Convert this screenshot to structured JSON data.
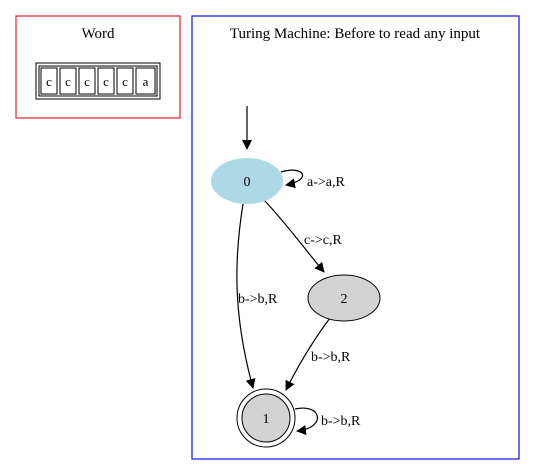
{
  "word_panel": {
    "title": "Word",
    "border_color": "#e8323c",
    "tape": [
      "c",
      "c",
      "c",
      "c",
      "c",
      "a"
    ]
  },
  "machine_panel": {
    "title": "Turing Machine: Before to read any input",
    "border_color": "#2222dd",
    "states": [
      {
        "id": "0",
        "fill": "#add8e6",
        "accepting": false,
        "current": true
      },
      {
        "id": "2",
        "fill": "#d3d3d3",
        "accepting": false,
        "current": false
      },
      {
        "id": "1",
        "fill": "#d3d3d3",
        "accepting": true,
        "current": false
      }
    ],
    "transitions": [
      {
        "from": "0",
        "to": "0",
        "label": "a->a,R"
      },
      {
        "from": "0",
        "to": "2",
        "label": "c->c,R"
      },
      {
        "from": "0",
        "to": "1",
        "label": "b->b,R"
      },
      {
        "from": "2",
        "to": "1",
        "label": "b->b,R"
      },
      {
        "from": "1",
        "to": "1",
        "label": "b->b,R"
      }
    ]
  }
}
